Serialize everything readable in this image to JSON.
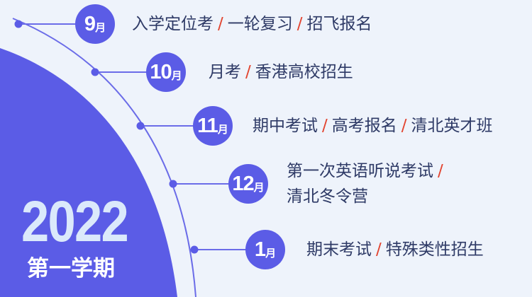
{
  "year": "2022",
  "term": "第一学期",
  "months": [
    {
      "num": "9",
      "unit": "月",
      "events": [
        "入学定位考",
        "一轮复习",
        "招飞报名"
      ]
    },
    {
      "num": "10",
      "unit": "月",
      "events": [
        "月考",
        "香港高校招生"
      ]
    },
    {
      "num": "11",
      "unit": "月",
      "events": [
        "期中考试",
        "高考报名",
        "清北英才班"
      ]
    },
    {
      "num": "12",
      "unit": "月",
      "events": [
        "第一次英语听说考试",
        "清北冬令营"
      ]
    },
    {
      "num": "1",
      "unit": "月",
      "events": [
        "期末考试",
        "特殊类性招生"
      ]
    }
  ],
  "separator": "/",
  "colors": {
    "background": "#eef3fb",
    "accent": "#5b5ce6",
    "separator": "#e2442f",
    "text": "#2e3a66",
    "year": "#dbe9fb"
  }
}
